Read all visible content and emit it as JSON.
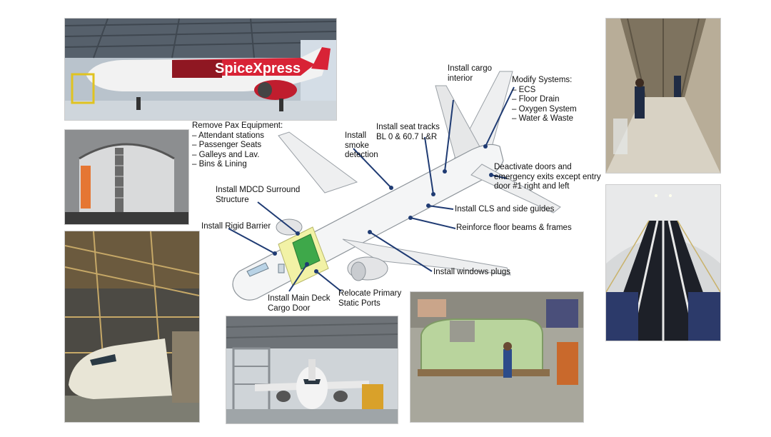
{
  "photos": {
    "top_left_livery": "SpiceXpress"
  },
  "labels": {
    "remove_pax": {
      "title": "Remove Pax Equipment:",
      "items": [
        "– Attendant stations",
        "– Passenger Seats",
        "– Galleys and Lav.",
        "– Bins & Lining"
      ]
    },
    "install_smoke": [
      "Install",
      "smoke",
      "detection"
    ],
    "install_seat_tracks": [
      "Install seat tracks",
      "BL 0 & 60.7 L&R"
    ],
    "install_cargo_interior": [
      "Install cargo",
      "interior"
    ],
    "modify_systems": {
      "title": "Modify Systems:",
      "items": [
        "– ECS",
        "– Floor Drain",
        "– Oxygen System",
        "– Water & Waste"
      ]
    },
    "deactivate_doors": [
      "Deactivate doors and",
      "emergency exits except entry",
      "door #1 right and left"
    ],
    "install_mdcd_surround": [
      "Install MDCD Surround",
      "Structure"
    ],
    "install_rigid_barrier": "Install Rigid Barrier",
    "install_cls": "Install CLS and side guides",
    "reinforce_floor": "Reinforce floor beams & frames",
    "install_window_plugs": "Install windows plugs",
    "install_main_deck_door": [
      "Install Main Deck",
      "Cargo Door"
    ],
    "relocate_static_ports": [
      "Relocate Primary",
      "Static Ports"
    ]
  },
  "colors": {
    "leader_line": "#1f3b73",
    "mdcd_surround": "#f2f2a6",
    "cargo_door": "#3ea84a",
    "aircraft": "#f4f5f6"
  }
}
